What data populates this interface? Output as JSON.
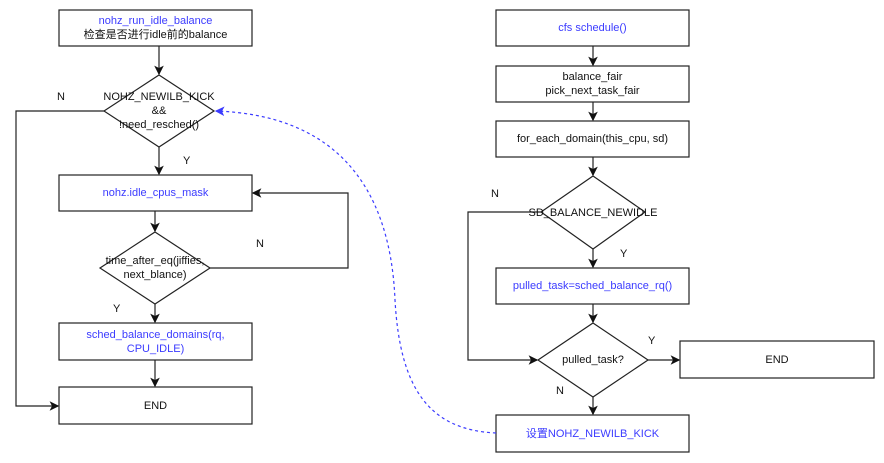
{
  "left": {
    "start_box": {
      "line1": "nohz_run_idle_balance",
      "line2": "检查是否进行idle前的balance"
    },
    "decision1": {
      "line1": "NOHZ_NEWILB_KICK",
      "line2": "&&",
      "line3": "!need_resched()"
    },
    "mask_box": "nohz.idle_cpus_mask",
    "decision2": {
      "line1": "time_after_eq(jiffies,",
      "line2": "next_blance)"
    },
    "balance_box": {
      "line1": "sched_balance_domains(rq,",
      "line2": "CPU_IDLE)"
    },
    "end_box": "END",
    "labels": {
      "d1_no": "N",
      "d1_yes": "Y",
      "d2_no": "N",
      "d2_yes": "Y"
    }
  },
  "right": {
    "start_box": "cfs schedule()",
    "fair_box": {
      "line1": "balance_fair",
      "line2": "pick_next_task_fair"
    },
    "domain_box": "for_each_domain(this_cpu, sd)",
    "decision3": "SD_BALANCE_NEWIDLE",
    "pulled_box": "pulled_task=sched_balance_rq()",
    "decision4": "pulled_task?",
    "end_box": "END",
    "kick_box": "设置NOHZ_NEWILB_KICK",
    "labels": {
      "d3_no": "N",
      "d3_yes": "Y",
      "d4_yes": "Y",
      "d4_no": "N"
    }
  },
  "colors": {
    "highlight_text": "#3b3bff",
    "dashed_link": "#3b3bff"
  }
}
